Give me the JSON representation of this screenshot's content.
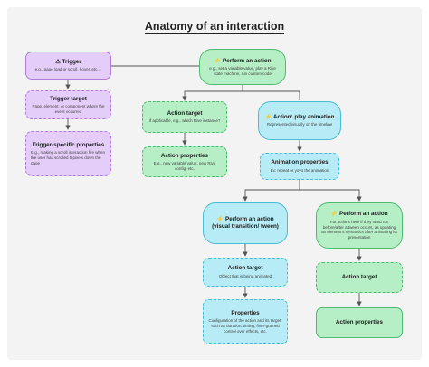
{
  "diagram": {
    "title": "Anatomy of an interaction",
    "bolt": "⚡",
    "warn": "⚠",
    "trigger": {
      "title": "Trigger",
      "desc": "e.g., page load or scroll, hover, etc...."
    },
    "trigger_target": {
      "title": "Trigger target",
      "desc": "Page, element, or component where the event occurred"
    },
    "trigger_props": {
      "title": "Trigger-specific properties",
      "desc": "E.g., making a scroll interaction fire when the user has scrolled 5 pixels down the page"
    },
    "perform_main": {
      "title": "Perform an action",
      "desc": "e.g., set a variable value, play a Rive state machine, run custom code"
    },
    "action_target_1": {
      "title": "Action target",
      "desc": "If applicable, e.g., which Rive instance?"
    },
    "action_props_1": {
      "title": "Action properties",
      "desc": "E.g., new variable value, new Rive config, etc."
    },
    "play_anim": {
      "title": "Action: play animation",
      "desc": "Represented visually on the timeline"
    },
    "anim_props": {
      "title": "Animation properties",
      "desc": "Ex: repeat or yoyo the animation"
    },
    "perform_visual": {
      "title": "Perform an action",
      "title2": "(visual transition/ tween)"
    },
    "perform_right": {
      "title": "Perform an action",
      "desc": "Put actions here if they need run before/after a tween occurs, as updating an element's semantics after animating its presentation"
    },
    "action_target_2": {
      "title": "Action target",
      "desc": "Object that is being animated"
    },
    "properties": {
      "title": "Properties",
      "desc": "Configuration of the action and its target, such as duration, timing, finer-grained control over effects, etc."
    },
    "action_target_3": {
      "title": "Action target"
    },
    "action_props_3": {
      "title": "Action properties"
    }
  },
  "colors": {
    "purple_fill": "#e5cdfa",
    "green_fill": "#b6efc6",
    "cyan_fill": "#b7ecf6",
    "connector": "#555555"
  }
}
